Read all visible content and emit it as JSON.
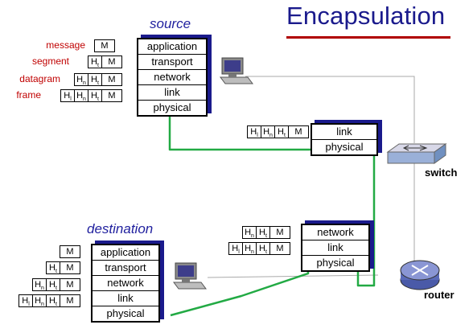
{
  "title": "Encapsulation",
  "nodes": {
    "source": "source",
    "destination": "destination",
    "switch": "switch",
    "router": "router"
  },
  "layers": {
    "source": [
      "application",
      "transport",
      "network",
      "link",
      "physical"
    ],
    "switch": [
      "link",
      "physical"
    ],
    "router": [
      "network",
      "link",
      "physical"
    ],
    "destination": [
      "application",
      "transport",
      "network",
      "link",
      "physical"
    ]
  },
  "pdu_names": [
    "message",
    "segment",
    "datagram",
    "frame"
  ],
  "headers": {
    "message": "M",
    "transport_header": "H",
    "transport_sub": "t",
    "network_header": "H",
    "network_sub": "n",
    "link_header": "H",
    "link_sub": "l"
  },
  "colors": {
    "title": "#1a1a8c",
    "title_rule": "#b00000",
    "pdu_names": "#c00000",
    "path": "#22aa44",
    "stack_shadow": "#1a1a8c"
  }
}
